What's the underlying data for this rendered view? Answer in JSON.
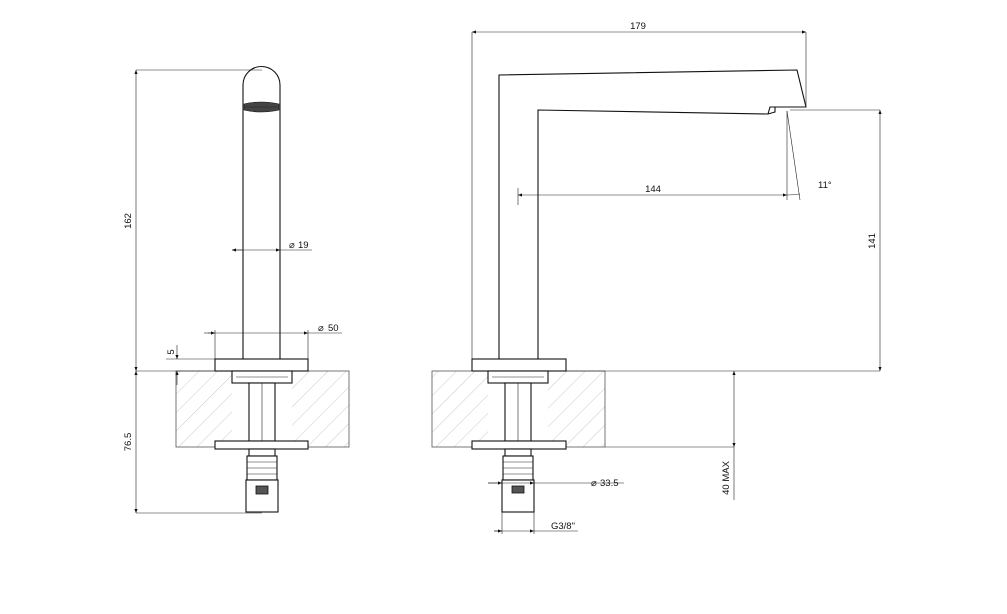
{
  "colors": {
    "line": "#111111",
    "hatch": "#bdbdbd",
    "background": "#ffffff"
  },
  "dimensions": {
    "spout_height": "162",
    "pipe_diameter": "19",
    "base_diameter": "50",
    "flange_thickness": "5",
    "below_counter": "76.5",
    "overall_length": "179",
    "reach": "144",
    "flow_angle": "11°",
    "outlet_height": "141",
    "shank_diameter": "33.5",
    "thread_size": "G3/8\"",
    "max_counter_thickness": "40 MAX"
  },
  "symbols": {
    "diameter": "⌀"
  }
}
